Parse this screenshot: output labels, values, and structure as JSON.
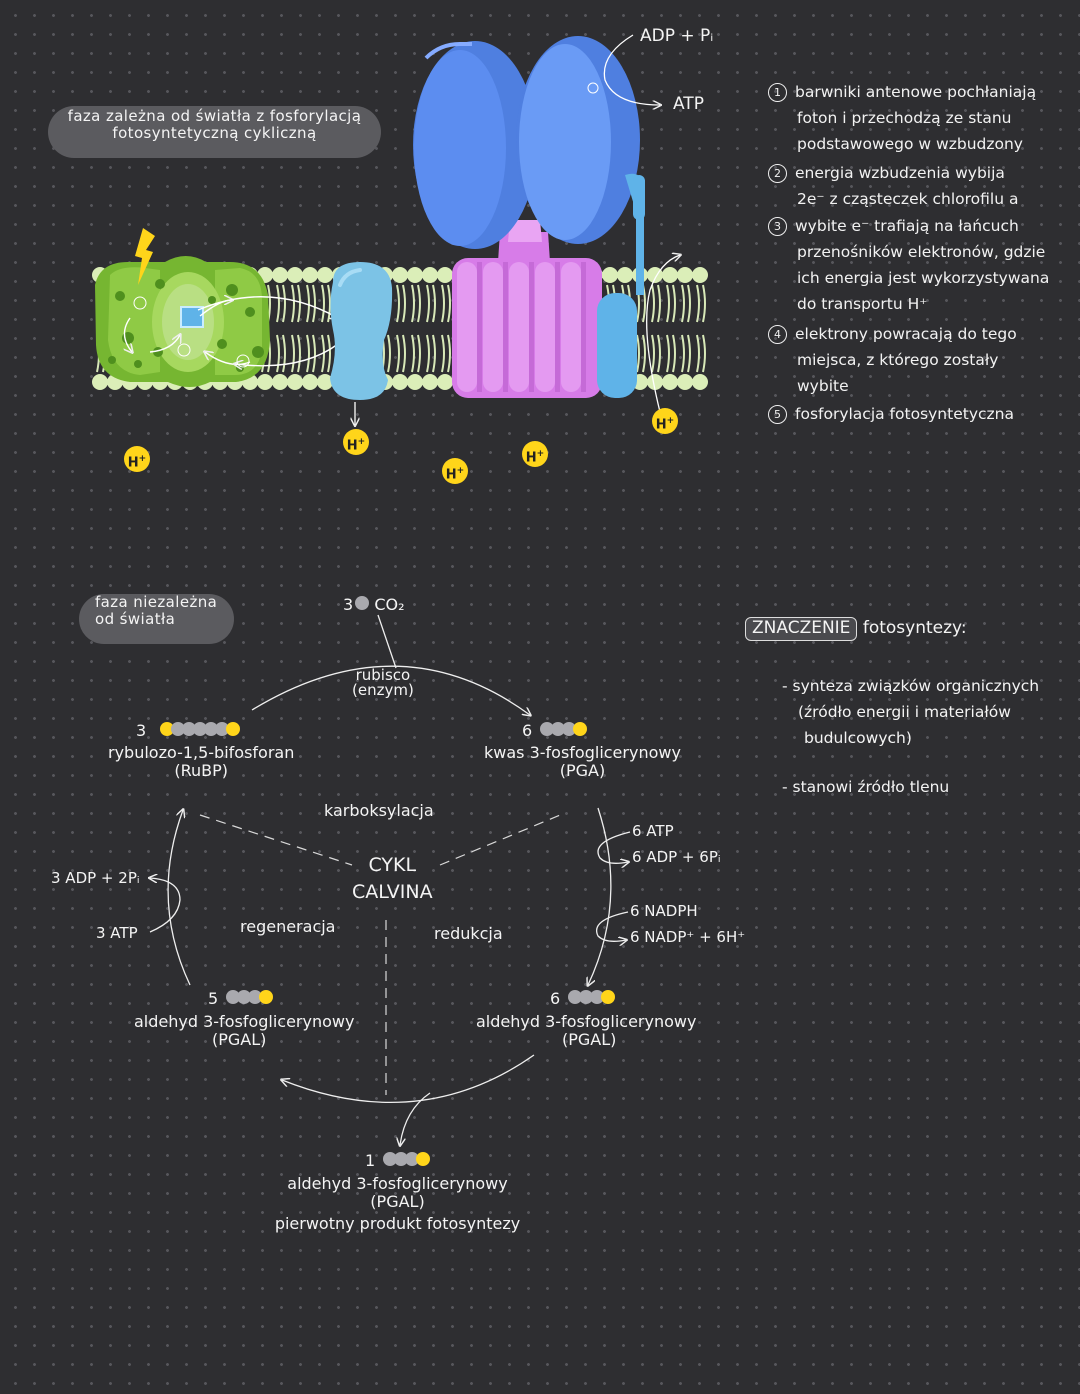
{
  "labels": {
    "light_phase": [
      "faza zależna od światła z fosforylacją",
      "fotosyntetyczną cykliczną"
    ],
    "dark_phase": [
      "faza niezależna",
      "od światła"
    ],
    "adp_pi": "ADP + Pᵢ",
    "atp_top": "ATP",
    "hplus": "H",
    "hplus_sup": "+"
  },
  "notes": [
    {
      "num": "1",
      "lines": [
        "barwniki antenowe pochłaniają",
        "foton i przechodzą ze stanu",
        "podstawowego w wzbudzony"
      ]
    },
    {
      "num": "2",
      "lines": [
        "energia wzbudzenia wybija",
        "2e⁻ z cząsteczek chlorofilu a"
      ]
    },
    {
      "num": "3",
      "lines": [
        "wybite e⁻ trafiają na łańcuch",
        "przenośników elektronów, gdzie",
        "ich energia jest wykorzystywana",
        "do transportu H⁺"
      ]
    },
    {
      "num": "4",
      "lines": [
        "elektrony powracają do tego",
        "miejsca, z którego zostały",
        "wybite"
      ]
    },
    {
      "num": "5",
      "lines": [
        "fosforylacja fotosyntetyczna"
      ]
    }
  ],
  "calvin": {
    "co2_count": "3",
    "co2": "CO₂",
    "rubisco": [
      "rubisco",
      "(enzym)"
    ],
    "rubp_count": "3",
    "rubp_name": "rybulozo-1,5-bifosforan",
    "rubp_abbr": "(RuBP)",
    "pga_count": "6",
    "pga_name": "kwas 3-fosfoglicerynowy",
    "pga_abbr": "(PGA)",
    "carboxylation": "karboksylacja",
    "cycle_title": [
      "CYKL",
      "CALVINA"
    ],
    "regeneration": "regeneracja",
    "reduction": "redukcja",
    "atp6": "6 ATP",
    "adp6": "6 ADP + 6Pᵢ",
    "nadph6": "6 NADPH",
    "nadp6": "6 NADP⁺ + 6H⁺",
    "adp3": "3 ADP + 2Pᵢ",
    "atp3": "3 ATP",
    "pgal5_count": "5",
    "pgal_name": "aldehyd 3-fosfoglicerynowy",
    "pgal_abbr": "(PGAL)",
    "pgal6_count": "6",
    "pgal1_count": "1",
    "primary_product": "pierwotny produkt fotosyntezy"
  },
  "significance": {
    "heading_box": "ZNACZENIE",
    "heading_rest": "fotosyntezy:",
    "item1": [
      "- synteza związków organicznych",
      "(źródło energii i materiałów",
      "budulcowych)"
    ],
    "item2": "- stanowi źródło tlenu"
  },
  "colors": {
    "background": "#2e2e31",
    "photosystem_green": "#7fbf3a",
    "cytochrome_blue": "#7cc3e6",
    "atp_synthase_blue": "#4f7fe0",
    "atp_synthase_magenta": "#d77ce8",
    "proton_yellow": "#ffd51a"
  }
}
